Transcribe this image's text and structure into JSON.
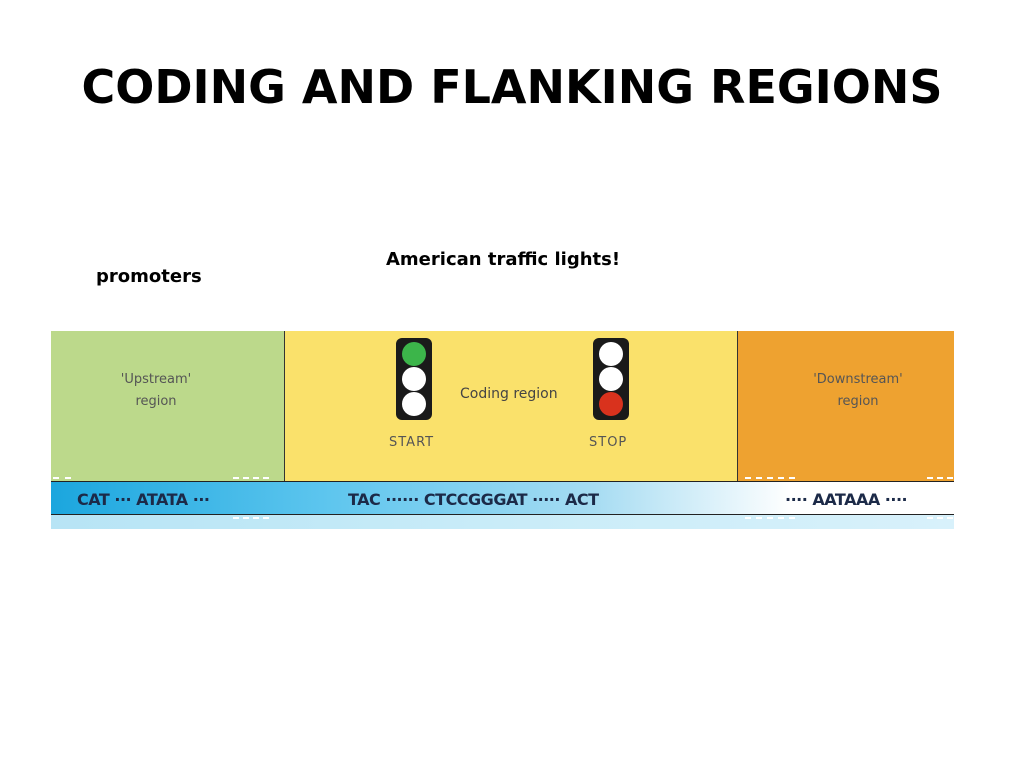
{
  "slide": {
    "title": "CODING AND FLANKING REGIONS",
    "note_traffic": "American traffic  lights!",
    "note_promoters": "promoters"
  },
  "diagram": {
    "upstream": {
      "line1": "'Upstream'",
      "line2": "region",
      "color": "#bcd98b",
      "sequence": "CAT ··· ATATA ···"
    },
    "coding": {
      "label": "Coding region",
      "color": "#fae16b",
      "sequence": "TAC ······ CTCCGGGAT ····· ACT",
      "start_light": {
        "label": "START",
        "lit": "green"
      },
      "stop_light": {
        "label": "STOP",
        "lit": "red"
      }
    },
    "downstream": {
      "line1": "'Downstream'",
      "line2": "region",
      "color": "#eea230",
      "sequence": "···· AATAAA ····"
    }
  }
}
